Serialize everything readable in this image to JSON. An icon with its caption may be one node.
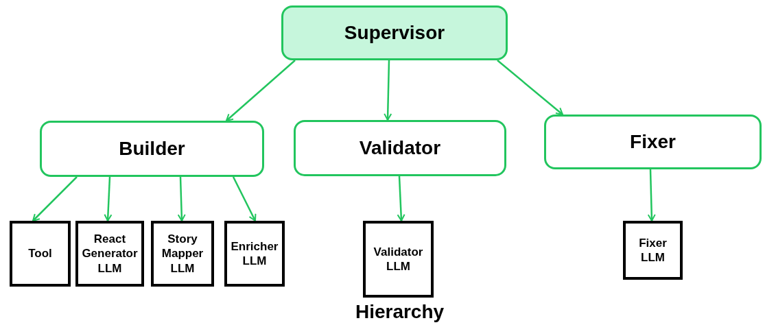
{
  "diagram": {
    "caption": "Hierarchy",
    "nodes": [
      {
        "text": [
          "Supervisor"
        ]
      },
      {
        "text": [
          "Builder"
        ]
      },
      {
        "text": [
          "Validator"
        ]
      },
      {
        "text": [
          "Fixer"
        ]
      },
      {
        "text": [
          "Tool"
        ]
      },
      {
        "text": [
          "React Generator LLM"
        ]
      },
      {
        "text": [
          "Story Mapper LLM"
        ]
      },
      {
        "text": [
          "Enricher LLM"
        ]
      },
      {
        "text": [
          "Validator LLM"
        ]
      },
      {
        "text": [
          "Fixer LLM"
        ]
      }
    ],
    "edges": [
      {
        "from": 0,
        "to": 1,
        "arrow": "to"
      },
      {
        "from": 0,
        "to": 2,
        "arrow": "to"
      },
      {
        "from": 0,
        "to": 3,
        "arrow": "to"
      },
      {
        "from": 1,
        "to": 4,
        "arrow": "to"
      },
      {
        "from": 1,
        "to": 5,
        "arrow": "to"
      },
      {
        "from": 1,
        "to": 6,
        "arrow": "to"
      },
      {
        "from": 1,
        "to": 7,
        "arrow": "to"
      },
      {
        "from": 2,
        "to": 8,
        "arrow": "to"
      },
      {
        "from": 3,
        "to": 9,
        "arrow": "to"
      }
    ]
  }
}
